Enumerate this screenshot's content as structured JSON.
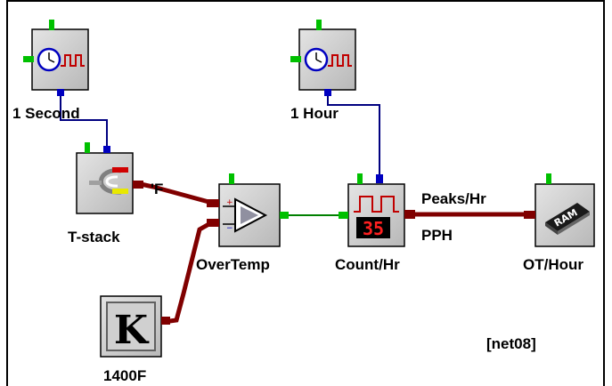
{
  "network_label": "[net08]",
  "blocks": {
    "clock_1s": {
      "label": "1 Second",
      "icon": "clock-pulse-icon"
    },
    "clock_1h": {
      "label": "1 Hour",
      "icon": "clock-pulse-icon"
    },
    "tstack": {
      "label": "T-stack",
      "icon": "thermocouple-icon"
    },
    "const": {
      "label": "1400F",
      "icon": "constant-k-icon",
      "glyph": "K"
    },
    "overtemp": {
      "label": "OverTemp",
      "icon": "comparator-icon"
    },
    "counthr": {
      "label": "Count/Hr",
      "icon": "counter-icon",
      "display": "35"
    },
    "othour": {
      "label": "OT/Hour",
      "icon": "ram-chip-icon",
      "chip": "RAM"
    }
  },
  "wire_labels": {
    "unit": "'F",
    "peaks": "Peaks/Hr",
    "pph": "PPH"
  },
  "colors": {
    "analog_wire": "#800000",
    "digital_wire": "#008000",
    "clock_wire": "#000080",
    "port_green": "#00c000",
    "port_blue": "#0000c0",
    "port_red": "#c00000"
  }
}
